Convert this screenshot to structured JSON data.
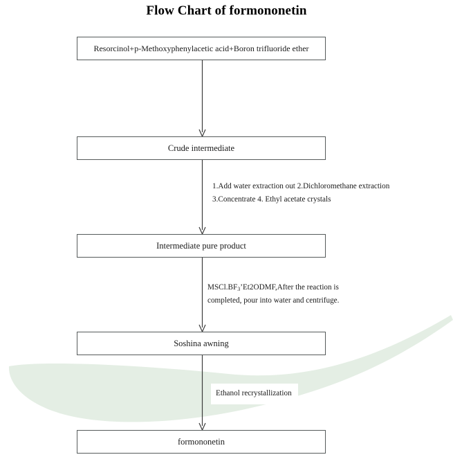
{
  "title": "Flow Chart of formononetin",
  "colors": {
    "background": "#ffffff",
    "box_border": "#555a5a",
    "text": "#1a1a1a",
    "arrow": "#3a3a3a",
    "swoosh_green": "#e4eee4"
  },
  "nodes": [
    {
      "id": "reactants",
      "label": "Resorcinol+p-Methoxyphenylacetic acid+Boron trifluoride ether"
    },
    {
      "id": "crude-intermediate",
      "label": "Crude intermediate"
    },
    {
      "id": "intermediate-pure",
      "label": "Intermediate pure product"
    },
    {
      "id": "soshina-awning",
      "label": "Soshina awning"
    },
    {
      "id": "formononetin",
      "label": "formononetin"
    }
  ],
  "annotations": [
    {
      "id": "purification-steps",
      "line1": "1.Add water extraction out 2.Dichloromethane extraction",
      "line2": "3.Concentrate 4. Ethyl acetate crystals"
    },
    {
      "id": "reaction-conditions",
      "line1_pre": "MSCl.BF",
      "line1_sub": "3",
      "line1_post": "’Et2ODMF,After the reaction is",
      "line2": "completed, pour into water and centrifuge."
    },
    {
      "id": "ethanol-recrystallization",
      "line1": "Ethanol recrystallization"
    }
  ],
  "arrows": [
    {
      "id": "arrow-reactants-to-crude",
      "direction": "down"
    },
    {
      "id": "arrow-crude-to-intermediate",
      "direction": "down"
    },
    {
      "id": "arrow-intermediate-to-soshina",
      "direction": "down"
    },
    {
      "id": "arrow-soshina-to-formononetin",
      "direction": "down"
    }
  ]
}
